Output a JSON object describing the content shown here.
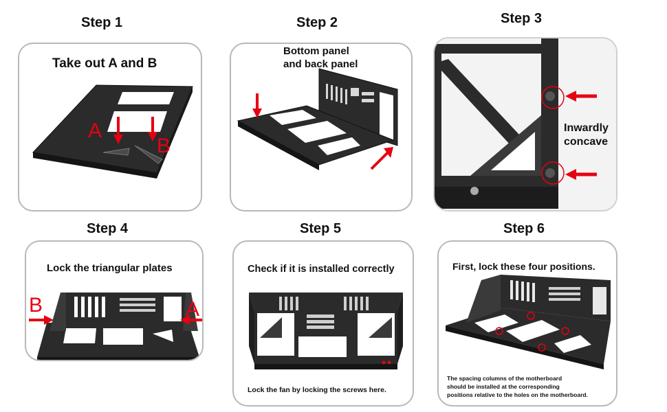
{
  "colors": {
    "accent_red": "#e60012",
    "metal": "#2b2b2b",
    "metal_edge": "#0f0f0f",
    "border": "#b8b8b8"
  },
  "steps": [
    {
      "title": "Step 1",
      "caption": "Take out A and B",
      "letter_a": "A",
      "letter_b": "B"
    },
    {
      "title": "Step 2",
      "caption_line1": "Bottom panel",
      "caption_line2": "and back panel"
    },
    {
      "title": "Step 3",
      "caption_line1": "Inwardly",
      "caption_line2": "concave"
    },
    {
      "title": "Step 4",
      "caption": "Lock the triangular plates",
      "letter_a": "A",
      "letter_b": "B"
    },
    {
      "title": "Step 5",
      "caption": "Check if it is installed correctly",
      "note": "Lock the fan by locking the screws here."
    },
    {
      "title": "Step 6",
      "caption": "First, lock these four positions.",
      "note_line1": "The spacing columns of the motherboard",
      "note_line2": "should be installed at the corresponding",
      "note_line3": "positions relative to the holes on the motherboard."
    }
  ]
}
